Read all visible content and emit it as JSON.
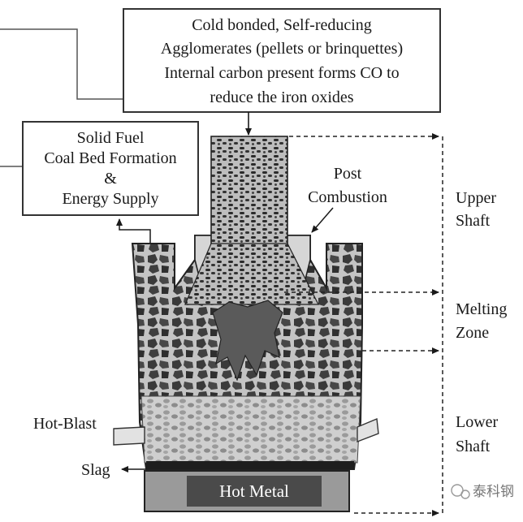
{
  "boxes": {
    "agglomerates": [
      "Cold bonded, Self-reducing",
      "Agglomerates (pellets or brinquettes)",
      "Internal carbon present forms CO to",
      "reduce the iron oxides"
    ],
    "solid_fuel": [
      "Solid Fuel",
      "Coal Bed Formation",
      "&",
      "Energy Supply"
    ]
  },
  "labels": {
    "post_combustion": [
      "Post",
      "Combustion"
    ],
    "upper_shaft": [
      "Upper",
      "Shaft"
    ],
    "melting_zone": [
      "Melting",
      "Zone"
    ],
    "lower_shaft": [
      "Lower",
      "Shaft"
    ],
    "hot_blast": "Hot-Blast",
    "slag": "Slag",
    "hot_metal": "Hot Metal"
  },
  "watermark": "泰科钢"
}
